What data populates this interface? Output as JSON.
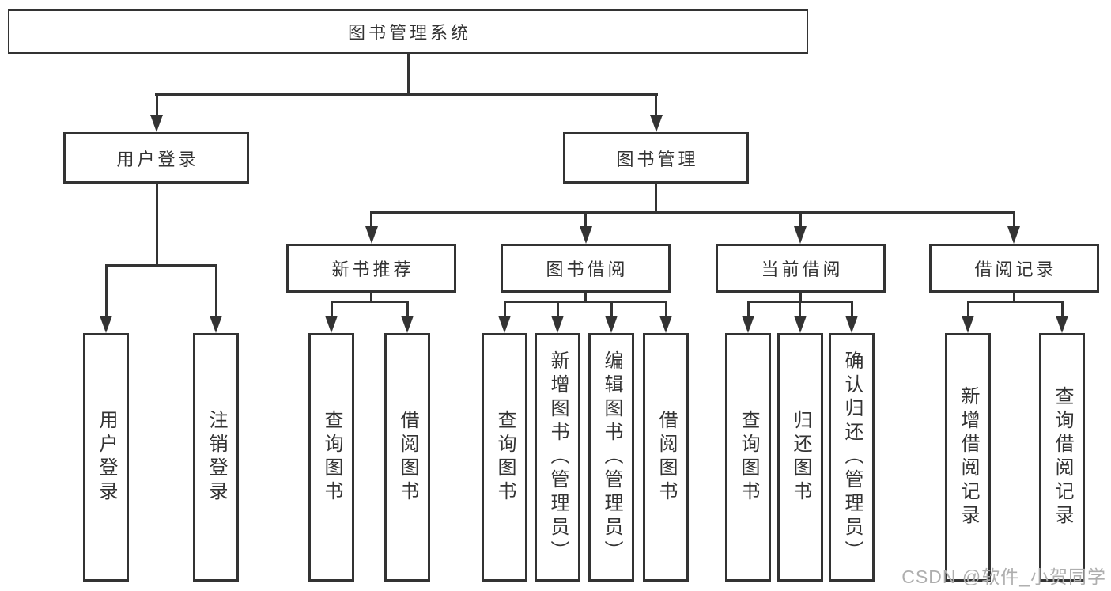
{
  "tree": {
    "root": {
      "label": "图书管理系统"
    },
    "level2": [
      {
        "label": "用户登录",
        "children": [
          {
            "label": "用户登录"
          },
          {
            "label": "注销登录"
          }
        ]
      },
      {
        "label": "图书管理",
        "children": [
          {
            "label": "新书推荐",
            "children": [
              {
                "label": "查询图书"
              },
              {
                "label": "借阅图书"
              }
            ]
          },
          {
            "label": "图书借阅",
            "children": [
              {
                "label": "查询图书"
              },
              {
                "label": "新增图书（管理员）"
              },
              {
                "label": "编辑图书（管理员）"
              },
              {
                "label": "借阅图书"
              }
            ]
          },
          {
            "label": "当前借阅",
            "children": [
              {
                "label": "查询图书"
              },
              {
                "label": "归还图书"
              },
              {
                "label": "确认归还（管理员）"
              }
            ]
          },
          {
            "label": "借阅记录",
            "children": [
              {
                "label": "新增借阅记录"
              },
              {
                "label": "查询借阅记录"
              }
            ]
          }
        ]
      }
    ]
  },
  "watermark": {
    "text": "CSDN @软件_小贺同学"
  },
  "icons": {
    "arrowhead": "filled down triangle (css border shape)"
  },
  "colors": {
    "line": "#333333",
    "text": "#333333",
    "box_background": "#ffffff",
    "page_background": "#ffffff",
    "watermark": "#aeaeae"
  }
}
